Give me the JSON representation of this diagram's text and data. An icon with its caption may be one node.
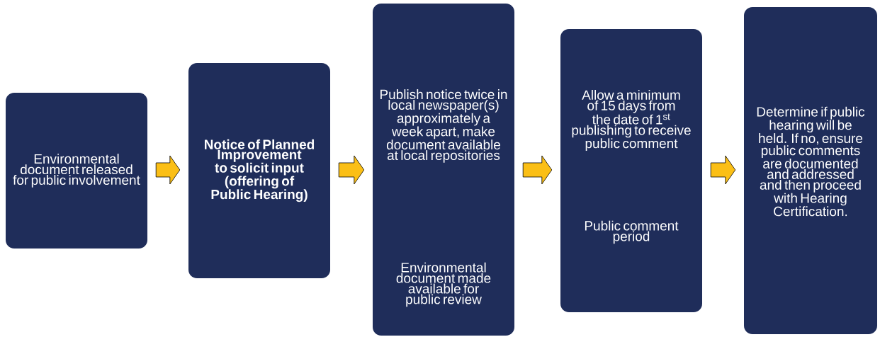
{
  "diagram": {
    "nodes": [
      {
        "text": [
          "Environmental document released for public involvement"
        ]
      },
      {
        "text": [
          "Notice of Planned Improvement to solicit input (offering of Public Hearing)"
        ]
      },
      {
        "text": [
          "Publish notice twice in local newspaper(s) approximately a week apart, make document available at local repositories",
          "Environmental document made available for public review"
        ]
      },
      {
        "text": [
          "Allow a minimum of 15 days from the date of 1$^{st}$ publishing to receive public comment",
          "Public comment period"
        ]
      },
      {
        "text": [
          "Determine if public hearing will be held. If no, ensure public comments are documented and addressed and then proceed with Hearing Certification."
        ]
      }
    ],
    "edges": [
      {
        "from": 0,
        "to": 1,
        "arrow": "to"
      },
      {
        "from": 1,
        "to": 2,
        "arrow": "to"
      },
      {
        "from": 2,
        "to": 3,
        "arrow": "to"
      },
      {
        "from": 3,
        "to": 4,
        "arrow": "to"
      }
    ]
  }
}
